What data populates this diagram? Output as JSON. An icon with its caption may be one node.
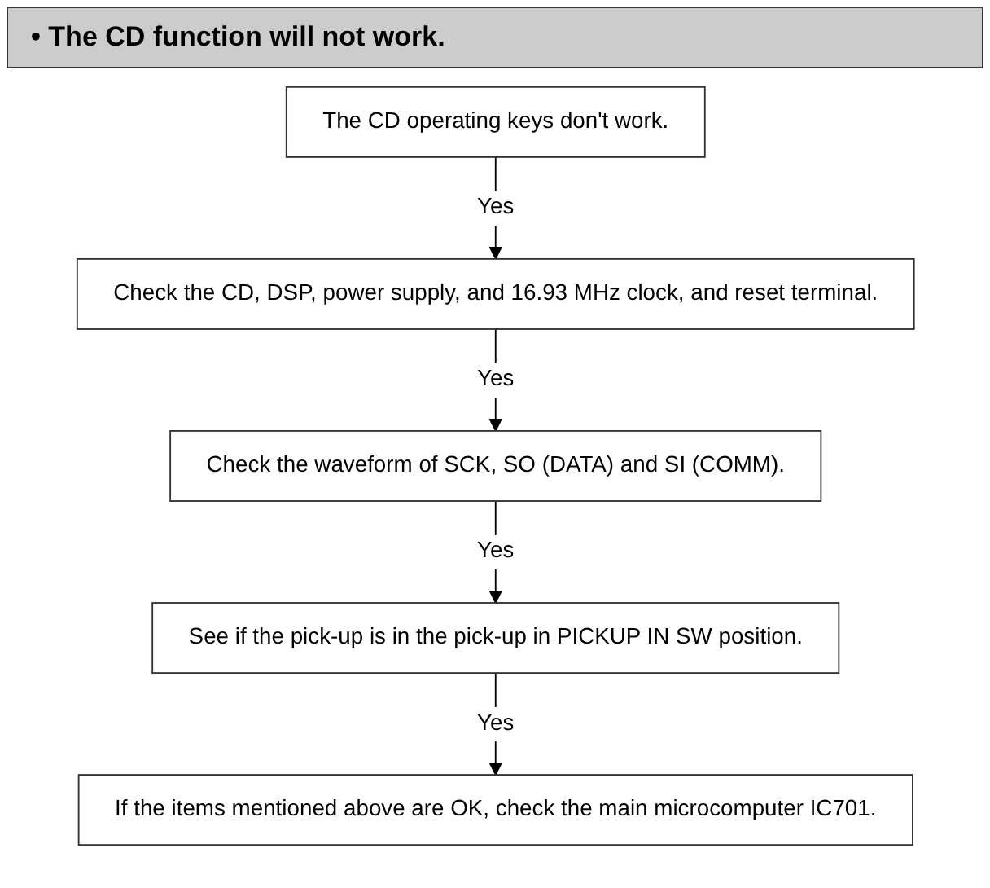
{
  "diagram": {
    "title": "• The CD function will not work.",
    "nodes": [
      {
        "text": [
          "The CD operating keys don't work."
        ]
      },
      {
        "text": [
          "Check the CD, DSP, power supply, and 16.93 MHz clock, and reset terminal."
        ]
      },
      {
        "text": [
          "Check the waveform of SCK, SO (DATA) and SI (COMM)."
        ]
      },
      {
        "text": [
          "See if the pick-up is in the pick-up in PICKUP IN SW position."
        ]
      },
      {
        "text": [
          "If the items mentioned above are OK, check the main microcomputer IC701."
        ]
      }
    ],
    "edges": [
      {
        "from": 0,
        "to": 1,
        "arrow": "to",
        "label": "Yes"
      },
      {
        "from": 1,
        "to": 2,
        "arrow": "to",
        "label": "Yes"
      },
      {
        "from": 2,
        "to": 3,
        "arrow": "to",
        "label": "Yes"
      },
      {
        "from": 3,
        "to": 4,
        "arrow": "to",
        "label": "Yes"
      }
    ]
  }
}
